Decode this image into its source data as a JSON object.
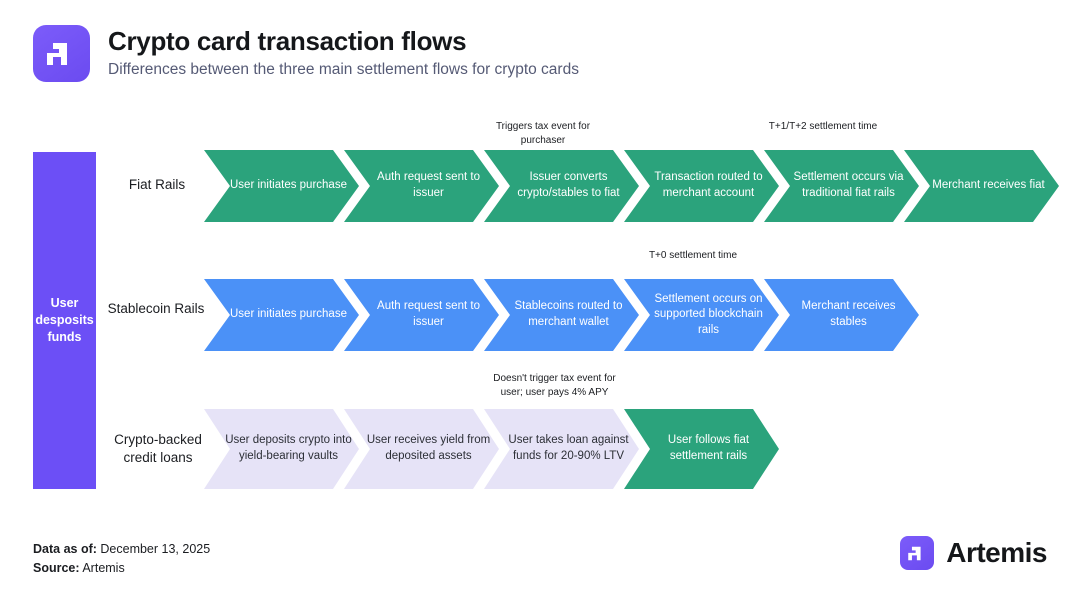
{
  "header": {
    "logo_icon": "artemis-logo-icon",
    "title": "Crypto card transaction flows",
    "subtitle": "Differences between the three main settlement flows for crypto cards"
  },
  "colors": {
    "brand_purple": "#6c4ff6",
    "fiat_green": "#2ba37c",
    "stablecoin_blue": "#4b91f7",
    "loan_lavender": "#e6e3f7",
    "title_text": "#15171a",
    "subtitle_text": "#555a75"
  },
  "diagram": {
    "origin": {
      "label": "User desposits funds"
    },
    "rows": [
      {
        "label": "Fiat Rails",
        "color_key": "fiat_green",
        "steps": [
          "User initiates purchase",
          "Auth request sent to issuer",
          "Issuer converts crypto/stables to fiat",
          "Transaction routed to merchant account",
          "Settlement occurs via traditional fiat rails",
          "Merchant receives fiat"
        ],
        "notes": [
          {
            "text": "Triggers tax event for purchaser",
            "over_step": 2
          },
          {
            "text": "T+1/T+2 settlement time",
            "over_step": 4
          }
        ]
      },
      {
        "label": "Stablecoin Rails",
        "color_key": "stablecoin_blue",
        "steps": [
          "User initiates purchase",
          "Auth request sent to issuer",
          "Stablecoins routed to merchant wallet",
          "Settlement occurs on supported blockchain rails",
          "Merchant receives stables"
        ],
        "notes": [
          {
            "text": "T+0 settlement time",
            "over_step": 3
          }
        ]
      },
      {
        "label": "Crypto-backed credit loans",
        "color_key": "loan_lavender",
        "steps": [
          "User deposits crypto into yield-bearing vaults",
          "User receives yield from deposited assets",
          "User takes loan against funds for 20-90% LTV",
          "User follows fiat settlement rails"
        ],
        "notes": [
          {
            "text": "Doesn't trigger tax event for user; user pays 4% APY",
            "over_step": 2
          }
        ]
      }
    ]
  },
  "footer": {
    "data_as_of_key": "Data as of:",
    "data_as_of_value": "December 13, 2025",
    "source_key": "Source:",
    "source_value": "Artemis",
    "brand_name": "Artemis",
    "brand_logo_icon": "artemis-logo-icon"
  }
}
